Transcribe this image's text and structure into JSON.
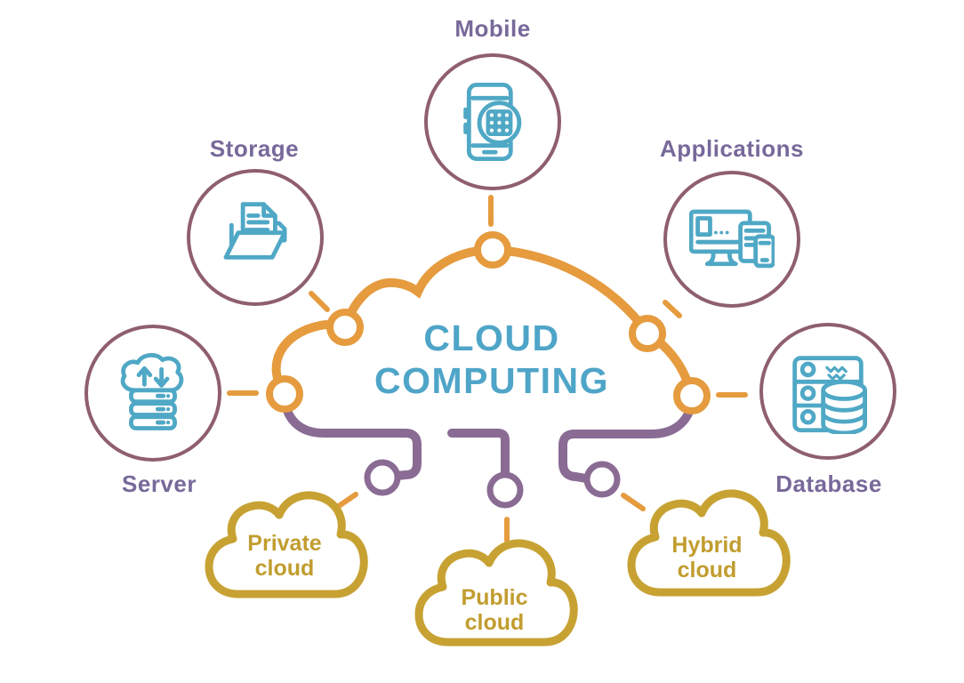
{
  "title": {
    "line1": "CLOUD",
    "line2": "COMPUTING"
  },
  "satellites": [
    {
      "id": "mobile",
      "label": "Mobile"
    },
    {
      "id": "storage",
      "label": "Storage"
    },
    {
      "id": "applications",
      "label": "Applications"
    },
    {
      "id": "server",
      "label": "Server"
    },
    {
      "id": "database",
      "label": "Database"
    }
  ],
  "clouds": [
    {
      "id": "private-cloud",
      "line1": "Private",
      "line2": "cloud"
    },
    {
      "id": "public-cloud",
      "line1": "Public",
      "line2": "cloud"
    },
    {
      "id": "hybrid-cloud",
      "line1": "Hybrid",
      "line2": "cloud"
    }
  ],
  "colors": {
    "orange": "#E59B3E",
    "purple": "#8A6B94",
    "gold": "#C7A233",
    "icon_teal": "#4FA8C5",
    "title_blue": "#4FA5C8",
    "label_purple": "#77699A",
    "ring_maroon": "#8F5F6D"
  }
}
